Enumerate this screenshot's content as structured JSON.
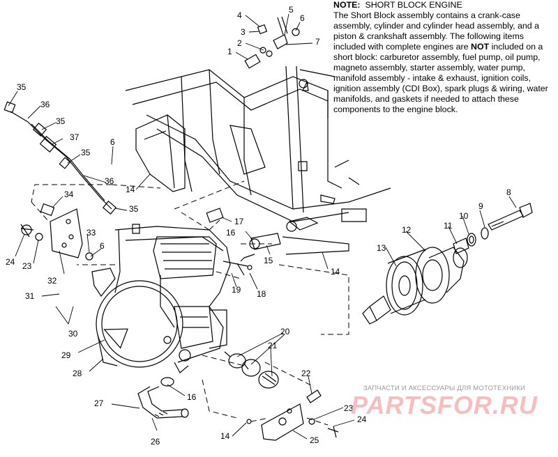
{
  "note": {
    "label": "NOTE:",
    "heading": "SHORT BLOCK ENGINE",
    "line1": "The Short Block assembly contains a crank-case assembly, cylinder and cylinder head assembly, and a piston & crankshaft assembly.",
    "line2_pre": "The following items included with complete engines are ",
    "line2_bold": "NOT",
    "line2_post": " included on a short block: carburetor assembly, fuel pump, oil pump, magneto assembly, starter assembly, water pump, manifold assembly - intake & exhaust, ignition coils, ignition assembly (CDI Box), spark plugs & wiring, water manifolds, and gaskets if needed to attach these components to the engine block."
  },
  "callouts": [
    "1",
    "2",
    "3",
    "4",
    "5",
    "6",
    "7",
    "8",
    "9",
    "10",
    "11",
    "12",
    "13",
    "14",
    "15",
    "16",
    "17",
    "18",
    "19",
    "20",
    "21",
    "22",
    "23",
    "24",
    "25",
    "26",
    "27",
    "28",
    "29",
    "30",
    "31",
    "32",
    "33",
    "34",
    "35",
    "36",
    "37"
  ],
  "labels": {
    "c1": "1",
    "c2": "2",
    "c3": "3",
    "c4": "4",
    "c5": "5",
    "c6a": "6",
    "c7": "7",
    "c35a": "35",
    "c36a": "36",
    "c35b": "35",
    "c37": "37",
    "c35c": "35",
    "c6b": "6",
    "c36b": "36",
    "c14a": "14",
    "c35d": "35",
    "c34": "34",
    "c33": "33",
    "c6c": "6",
    "c24a": "24",
    "c23a": "23",
    "c32": "32",
    "c31": "31",
    "c30": "30",
    "c29": "29",
    "c28": "28",
    "c27": "27",
    "c26": "26",
    "c16a": "16",
    "c17": "17",
    "c16b": "16",
    "c15": "15",
    "c19": "19",
    "c18": "18",
    "c14b": "14",
    "c13": "13",
    "c12": "12",
    "c11": "11",
    "c10": "10",
    "c9": "9",
    "c8": "8",
    "c20": "20",
    "c21": "21",
    "c22": "22",
    "c23b": "23",
    "c24b": "24",
    "c14c": "14",
    "c25": "25"
  },
  "watermark": {
    "tagline": "ЗАПЧАСТИ И АКСЕССУАРЫ ДЛЯ МОТОТЕХНИКИ",
    "logo": "PARTSFOR.RU"
  }
}
